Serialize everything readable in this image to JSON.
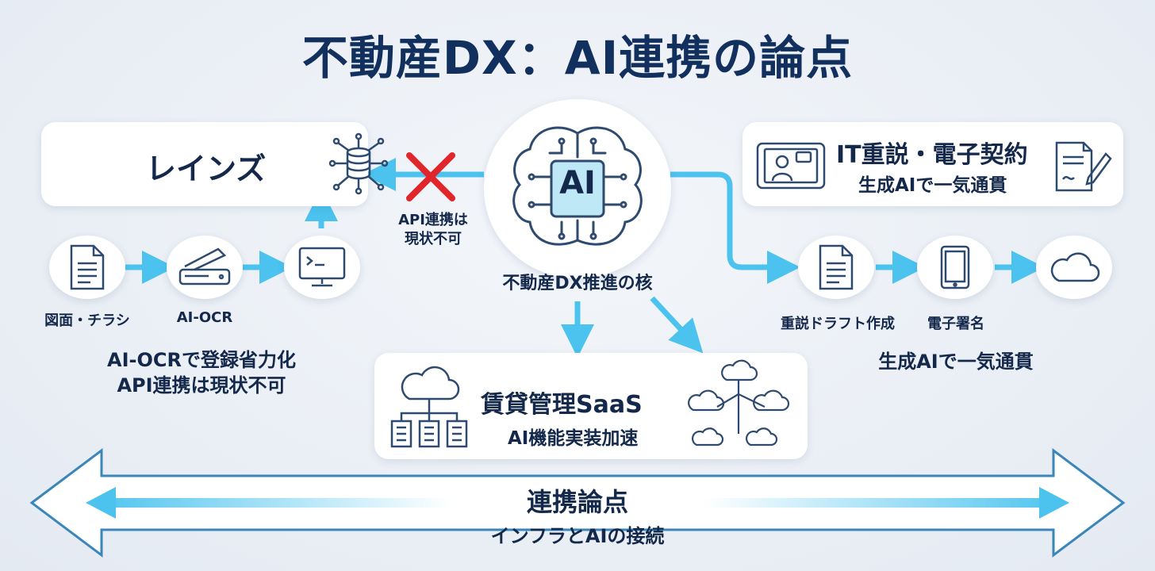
{
  "title": "不動産DX：AI連携の論点",
  "reins": {
    "label": "レインズ",
    "icon": "database-network-icon"
  },
  "blocked": {
    "line1": "API連携は",
    "line2": "現状不可"
  },
  "ai_core": {
    "badge": "AI",
    "caption": "不動産DX推進の核",
    "icon": "ai-brain-icon"
  },
  "left_flow": {
    "steps": [
      {
        "label": "図面・チラシ",
        "icon": "document-icon"
      },
      {
        "label": "AI-OCR",
        "icon": "scanner-icon"
      },
      {
        "label": "",
        "icon": "terminal-icon"
      }
    ],
    "summary_line1": "AI-OCRで登録省力化",
    "summary_line2": "API連携は現状不可"
  },
  "it_card": {
    "title": "IT重説・電子契約",
    "subtitle": "生成AIで一気通貫",
    "left_icon": "video-call-icon",
    "right_icon": "contract-sign-icon"
  },
  "right_flow": {
    "steps": [
      {
        "label": "重説ドラフト作成",
        "icon": "document-icon"
      },
      {
        "label": "電子署名",
        "icon": "tablet-icon"
      },
      {
        "label": "",
        "icon": "cloud-icon"
      }
    ],
    "summary": "生成AIで一気通貫"
  },
  "saas_card": {
    "title": "賃貸管理SaaS",
    "subtitle": "AI機能実装加速",
    "left_icon": "cloud-buildings-icon",
    "right_icon": "cloud-network-icon"
  },
  "bottom_banner": {
    "title": "連携論点",
    "subtitle": "インフラとAIの接続",
    "icon": "double-arrow-icon"
  },
  "colors": {
    "accent": "#4cc3ee",
    "navy": "#13284a",
    "icon_stroke": "#2e4a6e",
    "cross": "#e0262b"
  }
}
